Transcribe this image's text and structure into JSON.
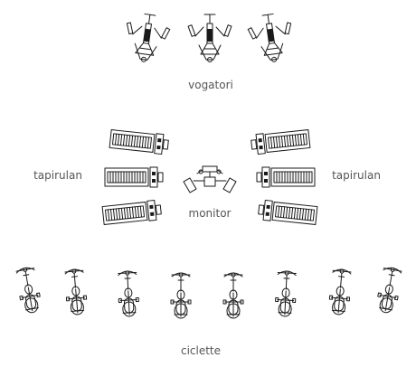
{
  "labels": {
    "vogatori": "vogatori",
    "tapirulan_left": "tapirulan",
    "tapirulan_right": "tapirulan",
    "monitor": "monitor",
    "ciclette": "ciclette"
  },
  "colors": {
    "line": "#1a1a1a",
    "label": "#555555",
    "background": "#ffffff"
  }
}
